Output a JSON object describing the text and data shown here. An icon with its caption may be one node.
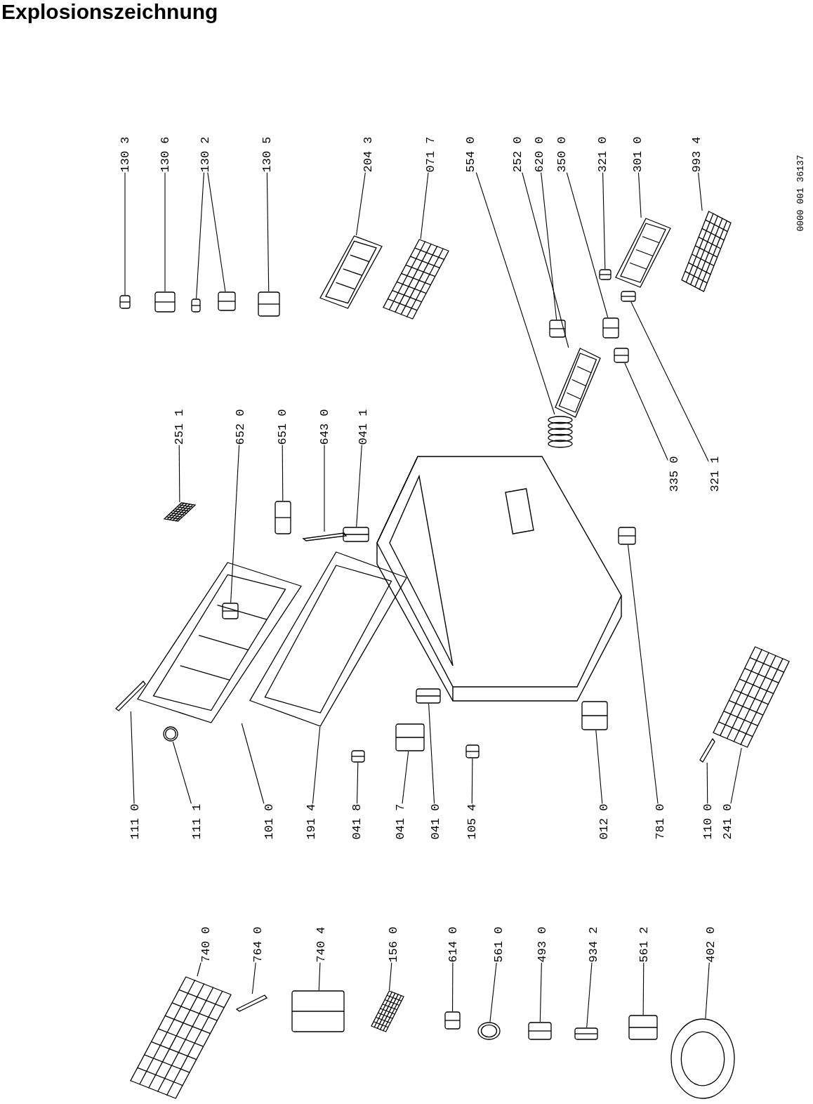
{
  "diagram": {
    "title": "Explosionszeichnung",
    "nodes": [
      {
        "text": [
          "111 0"
        ]
      },
      {
        "text": [],
        "shape": "picture"
      },
      {
        "text": [
          "111 1"
        ]
      },
      {
        "text": [],
        "shape": "picture"
      },
      {
        "text": [
          "101 0"
        ]
      },
      {
        "text": [],
        "shape": "picture"
      },
      {
        "text": [
          "191 4"
        ]
      },
      {
        "text": [],
        "shape": "picture"
      },
      {
        "text": [
          "041 8"
        ]
      },
      {
        "text": [],
        "shape": "picture"
      },
      {
        "text": [
          "041 7"
        ]
      },
      {
        "text": [],
        "shape": "picture"
      },
      {
        "text": [
          "041 0"
        ]
      },
      {
        "text": [],
        "shape": "picture"
      },
      {
        "text": [
          "105 4"
        ]
      },
      {
        "text": [],
        "shape": "picture"
      },
      {
        "text": [
          "012 0"
        ]
      },
      {
        "text": [],
        "shape": "picture"
      },
      {
        "text": [
          "781 0"
        ]
      },
      {
        "text": [],
        "shape": "picture"
      },
      {
        "text": [
          "110 0"
        ]
      },
      {
        "text": [],
        "shape": "picture"
      },
      {
        "text": [
          "241 0"
        ]
      },
      {
        "text": [],
        "shape": "picture"
      },
      {
        "text": [
          "251 1"
        ]
      },
      {
        "text": [],
        "shape": "picture"
      },
      {
        "text": [
          "652 0"
        ]
      },
      {
        "text": [],
        "shape": "picture",
        "in": 5
      },
      {
        "text": [
          "651 0"
        ]
      },
      {
        "text": [],
        "shape": "picture"
      },
      {
        "text": [
          "643 0"
        ]
      },
      {
        "text": [],
        "shape": "picture"
      },
      {
        "text": [
          "041 1"
        ]
      },
      {
        "text": [],
        "shape": "picture"
      },
      {
        "text": [
          "130 3"
        ]
      },
      {
        "text": [],
        "shape": "picture"
      },
      {
        "text": [
          "130 6"
        ]
      },
      {
        "text": [],
        "shape": "picture"
      },
      {
        "text": [
          "130 2"
        ]
      },
      {
        "text": [],
        "shape": "picture"
      },
      {
        "text": [],
        "shape": "picture"
      },
      {
        "text": [
          "130 5"
        ]
      },
      {
        "text": [],
        "shape": "picture"
      },
      {
        "text": [
          "204 3"
        ]
      },
      {
        "text": [],
        "shape": "picture"
      },
      {
        "text": [
          "071 7"
        ]
      },
      {
        "text": [],
        "shape": "picture"
      },
      {
        "text": [
          "554 0"
        ]
      },
      {
        "text": [],
        "shape": "picture"
      },
      {
        "text": [
          "252 0"
        ]
      },
      {
        "text": [],
        "shape": "picture"
      },
      {
        "text": [
          "620 0"
        ]
      },
      {
        "text": [],
        "shape": "picture"
      },
      {
        "text": [
          "350 0"
        ]
      },
      {
        "text": [],
        "shape": "picture"
      },
      {
        "text": [
          "321 0"
        ]
      },
      {
        "text": [],
        "shape": "picture"
      },
      {
        "text": [
          "301 0"
        ]
      },
      {
        "text": [],
        "shape": "picture"
      },
      {
        "text": [
          "993 4"
        ]
      },
      {
        "text": [],
        "shape": "picture"
      },
      {
        "text": [
          "335 0"
        ]
      },
      {
        "text": [],
        "shape": "picture"
      },
      {
        "text": [
          "321 1"
        ]
      },
      {
        "text": [],
        "shape": "picture"
      },
      {
        "text": [
          "740 0"
        ]
      },
      {
        "text": [],
        "shape": "picture"
      },
      {
        "text": [
          "764 0"
        ]
      },
      {
        "text": [],
        "shape": "picture"
      },
      {
        "text": [
          "740 4"
        ]
      },
      {
        "text": [],
        "shape": "picture"
      },
      {
        "text": [
          "156 0"
        ]
      },
      {
        "text": [],
        "shape": "picture"
      },
      {
        "text": [
          "614 0"
        ]
      },
      {
        "text": [],
        "shape": "picture"
      },
      {
        "text": [
          "561 0"
        ]
      },
      {
        "text": [],
        "shape": "picture"
      },
      {
        "text": [
          "493 0"
        ]
      },
      {
        "text": [],
        "shape": "picture"
      },
      {
        "text": [
          "934 2"
        ]
      },
      {
        "text": [],
        "shape": "picture"
      },
      {
        "text": [
          "561 2"
        ]
      },
      {
        "text": [],
        "shape": "picture"
      },
      {
        "text": [
          "402 0"
        ]
      },
      {
        "text": [],
        "shape": "picture"
      }
    ],
    "edges": [
      {
        "from": 0,
        "to": 1,
        "arrow": "none"
      },
      {
        "from": 2,
        "to": 3,
        "arrow": "none"
      },
      {
        "from": 4,
        "to": 5,
        "arrow": "none"
      },
      {
        "from": 6,
        "to": 7,
        "arrow": "none"
      },
      {
        "from": 8,
        "to": 9,
        "arrow": "none"
      },
      {
        "from": 10,
        "to": 11,
        "arrow": "none"
      },
      {
        "from": 12,
        "to": 13,
        "arrow": "none"
      },
      {
        "from": 14,
        "to": 15,
        "arrow": "none"
      },
      {
        "from": 16,
        "to": 17,
        "arrow": "none"
      },
      {
        "from": 18,
        "to": 19,
        "arrow": "none"
      },
      {
        "from": 20,
        "to": 21,
        "arrow": "none"
      },
      {
        "from": 22,
        "to": 23,
        "arrow": "none"
      },
      {
        "from": 24,
        "to": 25,
        "arrow": "none"
      },
      {
        "from": 26,
        "to": 27,
        "arrow": "none"
      },
      {
        "from": 28,
        "to": 29,
        "arrow": "none"
      },
      {
        "from": 30,
        "to": 31,
        "arrow": "none"
      },
      {
        "from": 32,
        "to": 33,
        "arrow": "none"
      },
      {
        "from": 34,
        "to": 35,
        "arrow": "none"
      },
      {
        "from": 36,
        "to": 37,
        "arrow": "none"
      },
      {
        "from": 38,
        "to": 39,
        "arrow": "none"
      },
      {
        "from": 38,
        "to": 40,
        "arrow": "none"
      },
      {
        "from": 41,
        "to": 42,
        "arrow": "none"
      },
      {
        "from": 43,
        "to": 44,
        "arrow": "none"
      },
      {
        "from": 45,
        "to": 46,
        "arrow": "none"
      },
      {
        "from": 47,
        "to": 48,
        "arrow": "none"
      },
      {
        "from": 49,
        "to": 50,
        "arrow": "none"
      },
      {
        "from": 51,
        "to": 52,
        "arrow": "none"
      },
      {
        "from": 53,
        "to": 54,
        "arrow": "none"
      },
      {
        "from": 55,
        "to": 56,
        "arrow": "none"
      },
      {
        "from": 57,
        "to": 58,
        "arrow": "none"
      },
      {
        "from": 59,
        "to": 60,
        "arrow": "none"
      },
      {
        "from": 61,
        "to": 62,
        "arrow": "none"
      },
      {
        "from": 63,
        "to": 64,
        "arrow": "none"
      },
      {
        "from": 65,
        "to": 66,
        "arrow": "none"
      },
      {
        "from": 67,
        "to": 68,
        "arrow": "none"
      },
      {
        "from": 69,
        "to": 70,
        "arrow": "none"
      },
      {
        "from": 71,
        "to": 72,
        "arrow": "none"
      },
      {
        "from": 73,
        "to": 74,
        "arrow": "none"
      },
      {
        "from": 75,
        "to": 76,
        "arrow": "none"
      },
      {
        "from": 77,
        "to": 78,
        "arrow": "none"
      },
      {
        "from": 79,
        "to": 80,
        "arrow": "none"
      },
      {
        "from": 81,
        "to": 82,
        "arrow": "none"
      },
      {
        "from": 83,
        "to": 84,
        "arrow": "none"
      }
    ],
    "labels": [
      "0000 001 36137"
    ]
  }
}
